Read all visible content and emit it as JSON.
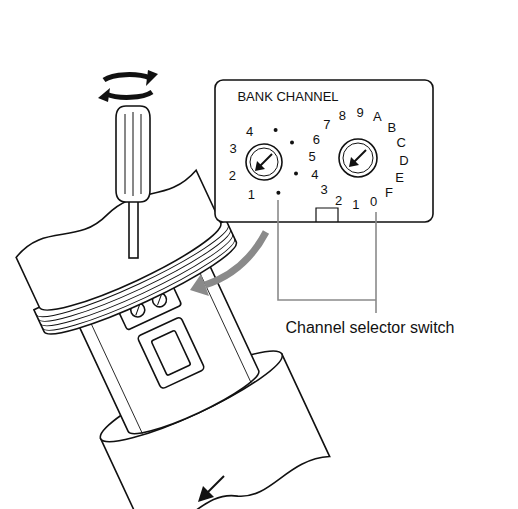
{
  "diagram": {
    "labels": [
      "BANK CHANNEL",
      "1",
      "2",
      "3",
      "4",
      "0",
      "1",
      "2",
      "3",
      "4",
      "5",
      "6",
      "7",
      "8",
      "9",
      "A",
      "B",
      "C",
      "D",
      "E",
      "F",
      "Channel selector switch"
    ]
  }
}
